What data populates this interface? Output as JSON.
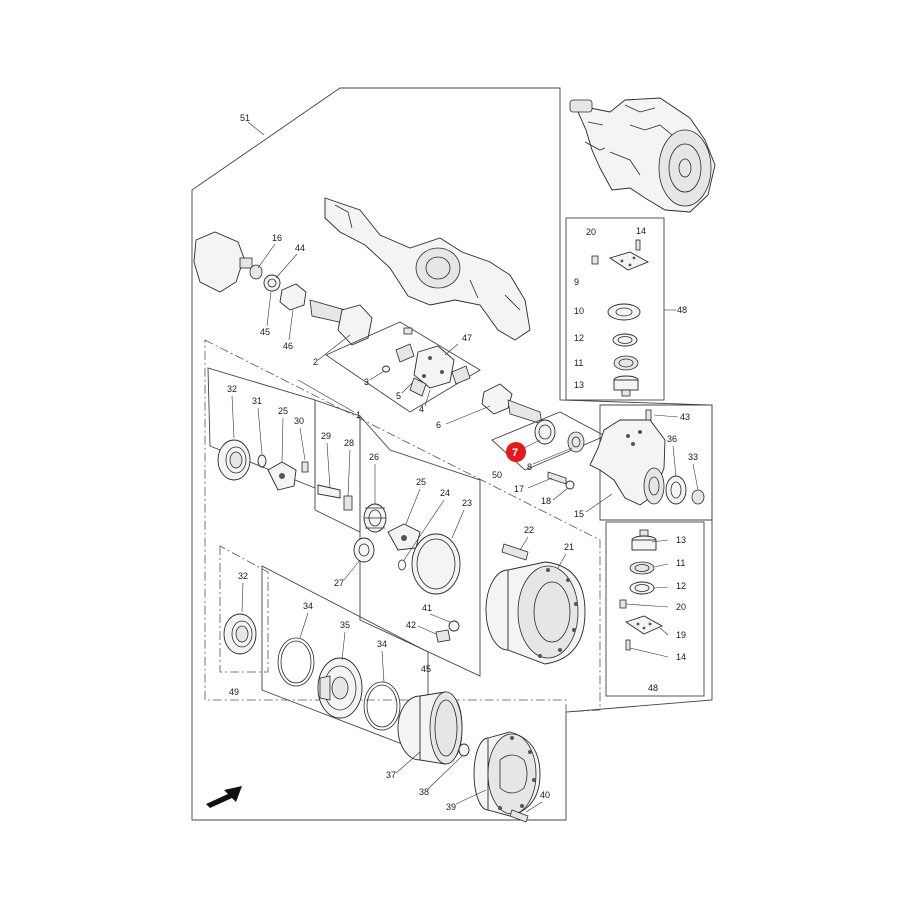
{
  "highlight": {
    "label": "7",
    "color": "#e3191b"
  },
  "callouts": {
    "c51": "51",
    "c16": "16",
    "c44": "44",
    "c45": "45",
    "c46": "46",
    "c2": "2",
    "c47": "47",
    "c3": "3",
    "c5": "5",
    "c4": "4",
    "c6": "6",
    "c1": "1",
    "c32a": "32",
    "c31": "31",
    "c25a": "25",
    "c30": "30",
    "c29": "29",
    "c28": "28",
    "c26": "26",
    "c25b": "25",
    "c24": "24",
    "c23": "23",
    "c27": "27",
    "c8": "8",
    "c50": "50",
    "c17": "17",
    "c18": "18",
    "c15": "15",
    "c43": "43",
    "c36": "36",
    "c33": "33",
    "c22": "22",
    "c21": "21",
    "c41": "41",
    "c42": "42",
    "c32b": "32",
    "c34a": "34",
    "c35": "35",
    "c34b": "34",
    "c49": "49",
    "c45b": "45",
    "c37": "37",
    "c38": "38",
    "c39": "39",
    "c40": "40",
    "r20": "20",
    "r14": "14",
    "r9": "9",
    "r10": "10",
    "r12": "12",
    "r11": "11",
    "r13": "13",
    "r48": "48",
    "s13": "13",
    "s11": "11",
    "s12": "12",
    "s20": "20",
    "s19": "19",
    "s14": "14",
    "s48": "48"
  },
  "colors": {
    "line": "#2a2a2a",
    "accent": "#e3191b"
  },
  "icons": {
    "direction": "direction-arrow-icon"
  }
}
